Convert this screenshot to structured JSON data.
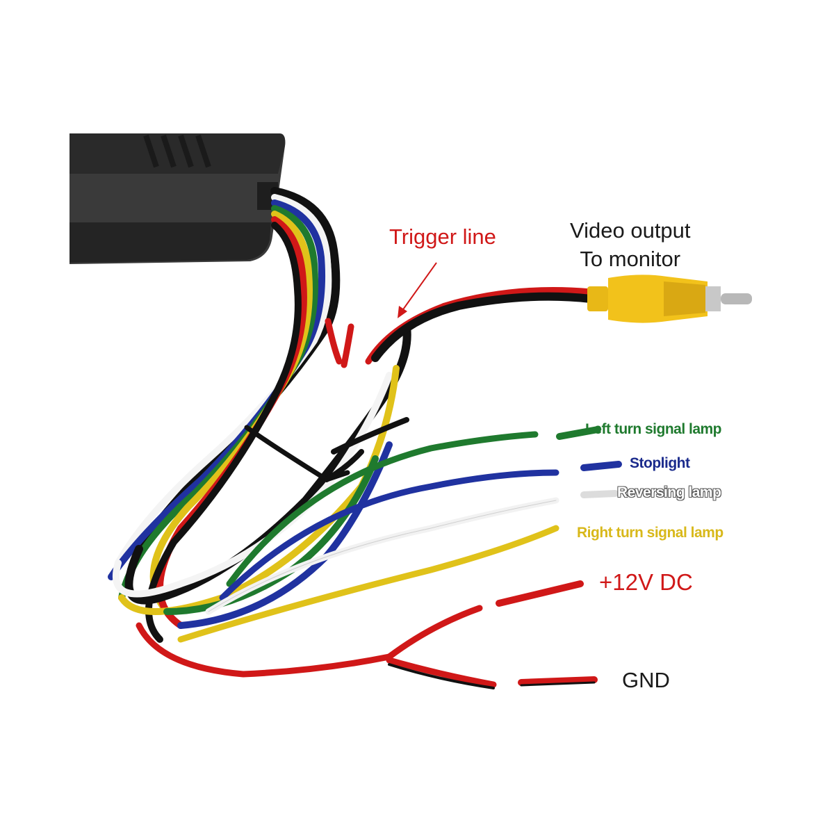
{
  "labels": {
    "video_line1": "Video output",
    "video_line2": "To monitor",
    "trigger": "Trigger line",
    "left_turn": "Left turn signal lamp",
    "stoplight": "Stoplight",
    "reversing": "Reversing lamp",
    "right_turn": "Right turn signal lamp",
    "power": "+12V DC",
    "ground": "GND"
  },
  "colors": {
    "trigger_red": "#d01818",
    "left_turn_green": "#1f7a2e",
    "stoplight_blue": "#1a2a8c",
    "reversing_white": "#ffffff",
    "right_turn_yellow": "#e0c21a",
    "power_red": "#d01818",
    "ground_black": "#1a1a1a",
    "rca_yellow": "#f2c21b",
    "module_black": "#2b2b2b"
  }
}
